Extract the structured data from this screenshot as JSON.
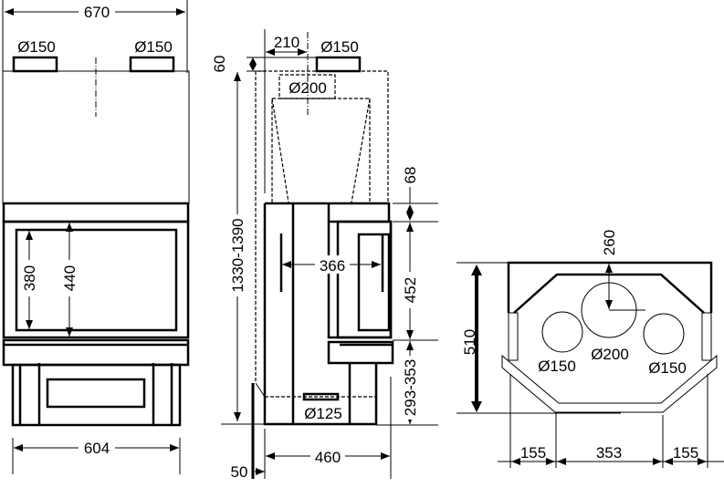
{
  "front_view": {
    "width_top": "670",
    "flue_left": "Ø150",
    "flue_right": "Ø150",
    "glass_height": "380",
    "opening_height": "440",
    "width_base": "604"
  },
  "side_view": {
    "offset": "210",
    "flue": "Ø150",
    "collar": "Ø200",
    "top_clearance": "60",
    "total_height": "1330-1390",
    "band_height": "68",
    "door_width": "366",
    "door_height": "452",
    "base_height": "293-353",
    "air_inlet": "Ø125",
    "depth": "460",
    "wall_offset": "50"
  },
  "top_view": {
    "depth": "510",
    "collar_offset": "260",
    "flue_left": "Ø150",
    "collar": "Ø200",
    "flue_right": "Ø150",
    "side_left": "155",
    "center": "353",
    "side_right": "155"
  }
}
